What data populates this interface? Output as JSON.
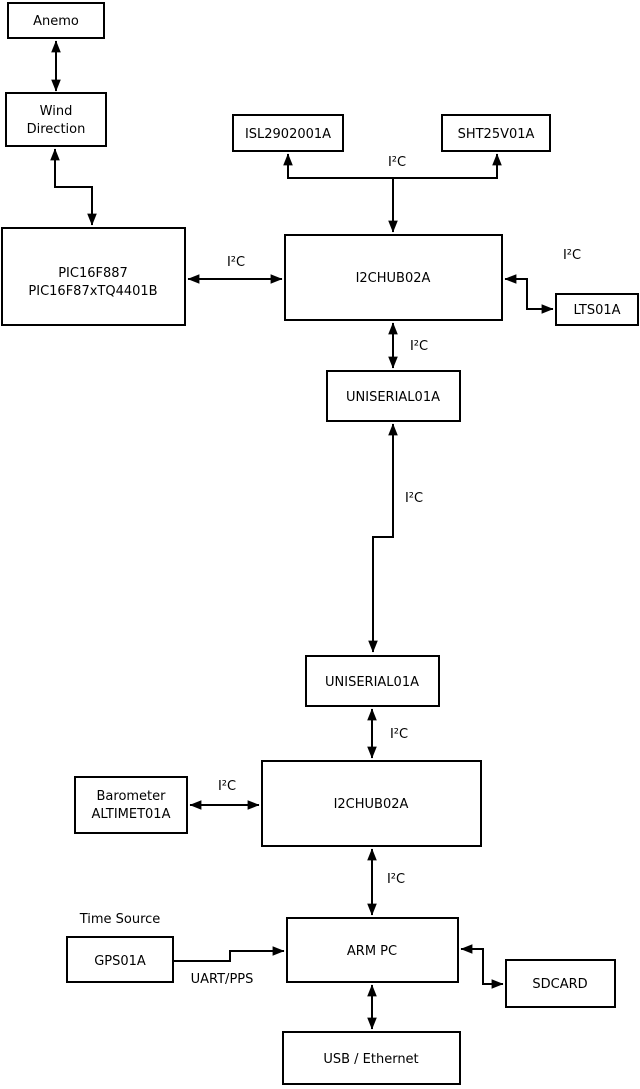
{
  "diagram_type": "hardware-block-diagram",
  "colors": {
    "line": "#000000",
    "background": "#ffffff",
    "box_fill": "#ffffff"
  },
  "boxes": {
    "anemo": {
      "label": "Anemo"
    },
    "wind_direction": {
      "line1": "Wind",
      "line2": "Direction"
    },
    "pic": {
      "line1": "PIC16F887",
      "line2": "PIC16F87xTQ4401B"
    },
    "isl": {
      "label": "ISL2902001A"
    },
    "sht": {
      "label": "SHT25V01A"
    },
    "i2chub_top": {
      "label": "I2CHUB02A"
    },
    "lts": {
      "label": "LTS01A"
    },
    "uniserial_top": {
      "label": "UNISERIAL01A"
    },
    "uniserial_bottom": {
      "label": "UNISERIAL01A"
    },
    "barometer": {
      "line1": "Barometer",
      "line2": "ALTIMET01A"
    },
    "i2chub_bottom": {
      "label": "I2CHUB02A"
    },
    "gps": {
      "label": "GPS01A"
    },
    "arm_pc": {
      "label": "ARM PC"
    },
    "sdcard": {
      "label": "SDCARD"
    },
    "usb_ethernet": {
      "label": "USB / Ethernet"
    }
  },
  "labels": {
    "i2c_sensor_bus": "I²C",
    "i2c_pic_hub": "I²C",
    "i2c_hub_lts": "I²C",
    "i2c_hub_uniserial": "I²C",
    "i2c_link": "I²C",
    "i2c_uniserial_hub": "I²C",
    "i2c_barometer_hub": "I²C",
    "i2c_hub_armpc": "I²C",
    "time_source": "Time Source",
    "uart_pps": "UART/PPS"
  }
}
